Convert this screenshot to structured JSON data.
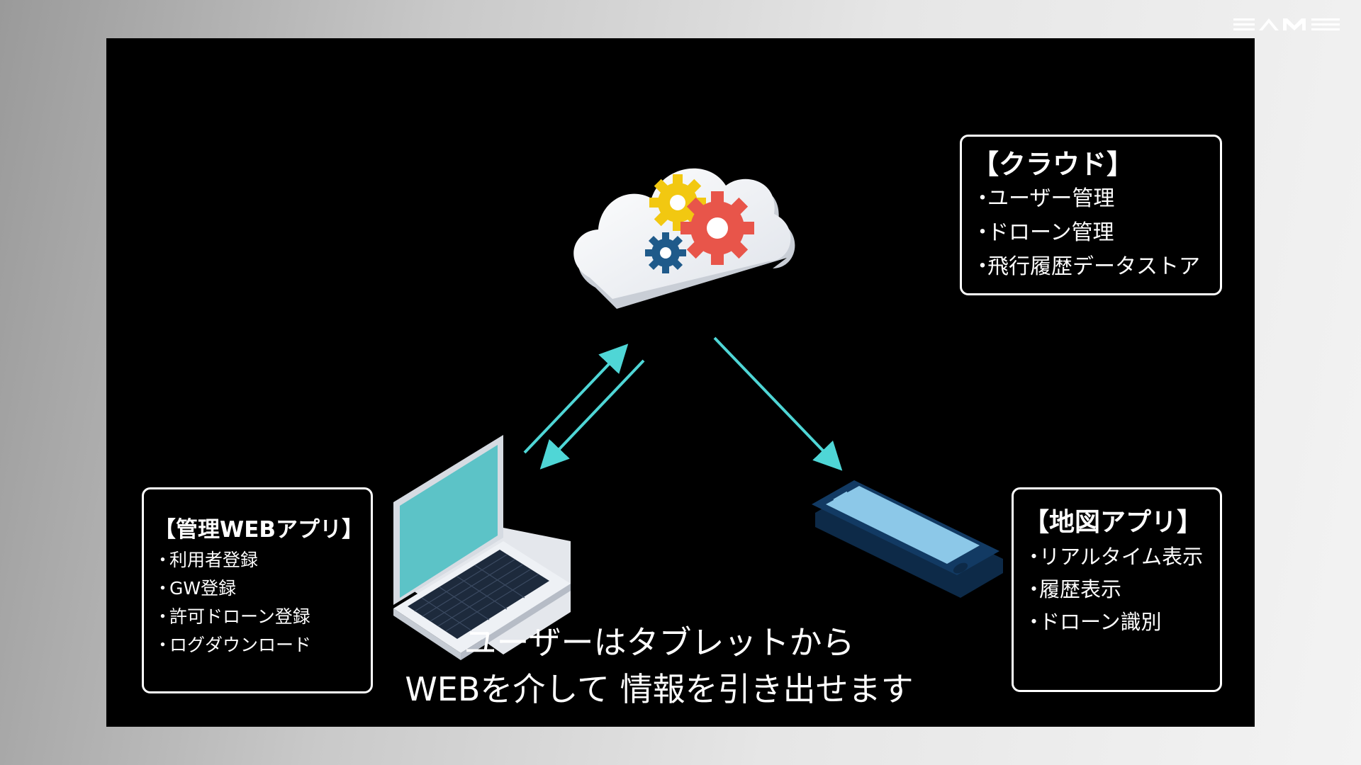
{
  "cloud_box": {
    "title": "【クラウド】",
    "items": [
      "ユーザー管理",
      "ドローン管理",
      "飛行履歴データストア"
    ]
  },
  "web_box": {
    "title": "【管理WEBアプリ】",
    "items": [
      "利用者登録",
      "GW登録",
      "許可ドローン登録",
      "ログダウンロード"
    ]
  },
  "map_box": {
    "title": "【地図アプリ】",
    "items": [
      "リアルタイム表示",
      "履歴表示",
      "ドローン識別"
    ]
  },
  "caption": {
    "line1": "ユーザーはタブレットから",
    "line2": "WEBを介して 情報を引き出せます"
  },
  "colors": {
    "slide_background": "#000000",
    "arrow": "#4fd6d6",
    "box_border": "#ffffff",
    "gear_yellow": "#f2c811",
    "gear_red": "#e8554a",
    "gear_blue": "#1f5a8a",
    "laptop_screen": "#5cc3c7",
    "tablet_screen": "#8cc8e8",
    "tablet_body": "#123a63"
  },
  "icons": {
    "cloud": "cloud-gears-icon",
    "laptop": "laptop-icon",
    "tablet": "tablet-icon"
  }
}
